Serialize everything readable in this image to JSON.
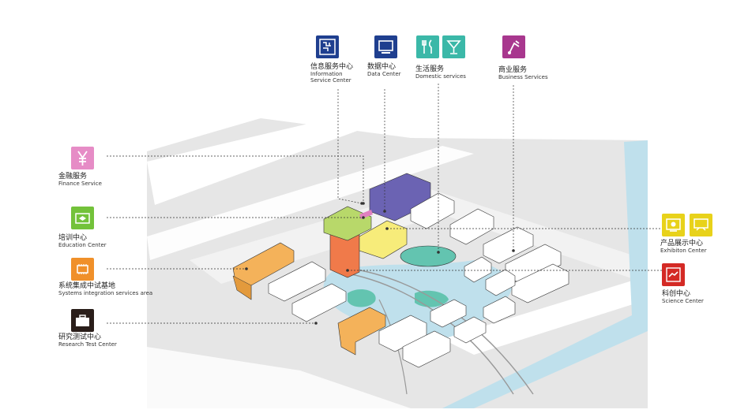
{
  "labels": {
    "info": {
      "cn": "信息服务中心",
      "en1": "Information",
      "en2": "Service Center",
      "color": "#1f3f8f",
      "icon": "circuit-board-icon"
    },
    "data": {
      "cn": "数据中心",
      "en1": "Data Center",
      "color": "#1f3f8f",
      "icon": "computer-monitor-icon"
    },
    "domestic": {
      "cn": "生活服务",
      "en1": "Domestic services",
      "color": "#3bb8a8",
      "icon": "utensils-icon",
      "icon2": "cocktail-glass-icon"
    },
    "business": {
      "cn": "商业服务",
      "en1": "Business Services",
      "color": "#a8378e",
      "icon": "shopping-bag-icon"
    },
    "finance": {
      "cn": "金融服务",
      "en1": "Finance Service",
      "color": "#e68cc6",
      "icon": "yen-icon"
    },
    "education": {
      "cn": "培训中心",
      "en1": "Education Center",
      "color": "#73c23a",
      "icon": "graduation-cap-icon"
    },
    "systems": {
      "cn": "系统集成中试基地",
      "en1": "Systems integration services area",
      "color": "#f0902a",
      "icon": "chip-icon"
    },
    "research": {
      "cn": "研究测试中心",
      "en1": "Research Test Center",
      "color": "#2a1e1a",
      "icon": "briefcase-icon"
    },
    "exhibition": {
      "cn": "产品展示中心",
      "en1": "Exhibiton Center",
      "color": "#e8d21a",
      "icon": "exhibit-icon",
      "icon2": "presentation-icon"
    },
    "science": {
      "cn": "科创中心",
      "en1": "Science Center",
      "color": "#d42a25",
      "icon": "handshake-icon"
    }
  },
  "colors": {
    "ground": "#e6e6e6",
    "road": "#ffffff",
    "water": "#bfe0ec",
    "teal": "#63c4b0",
    "orange": "#f4b25a",
    "orangeRed": "#f07a4a",
    "yellow": "#f7ec7a",
    "purple": "#6b63b3",
    "green": "#b8d86a",
    "pink": "#e080c0",
    "building": "#ffffff",
    "buildingSide": "#d8d8d8",
    "line": "#333333"
  }
}
